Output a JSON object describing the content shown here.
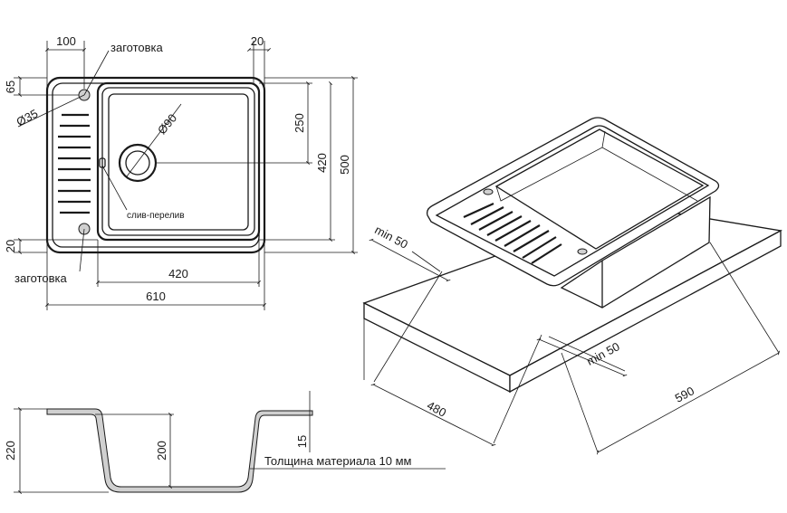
{
  "top_view": {
    "dims": {
      "width_total": "610",
      "bowl_width": "420",
      "left_offset": "100",
      "right_offset": "20",
      "top_offset": "65",
      "bottom_offset": "20",
      "drain_offset": "250",
      "bowl_depth": "420",
      "depth_total": "500",
      "tap_hole": "Ø35",
      "drain": "Ø90"
    },
    "labels": {
      "blank_top": "заготовка",
      "blank_bottom": "заготовка",
      "overflow": "слив-перелив"
    }
  },
  "section_view": {
    "dims": {
      "height_total": "220",
      "bowl_height": "200",
      "rim": "15"
    },
    "labels": {
      "thickness": "Толщина материала 10 мм"
    }
  },
  "iso_view": {
    "dims": {
      "min_left": "min 50",
      "min_right": "min 50",
      "cabinet_depth": "480",
      "cabinet_width": "590"
    }
  }
}
